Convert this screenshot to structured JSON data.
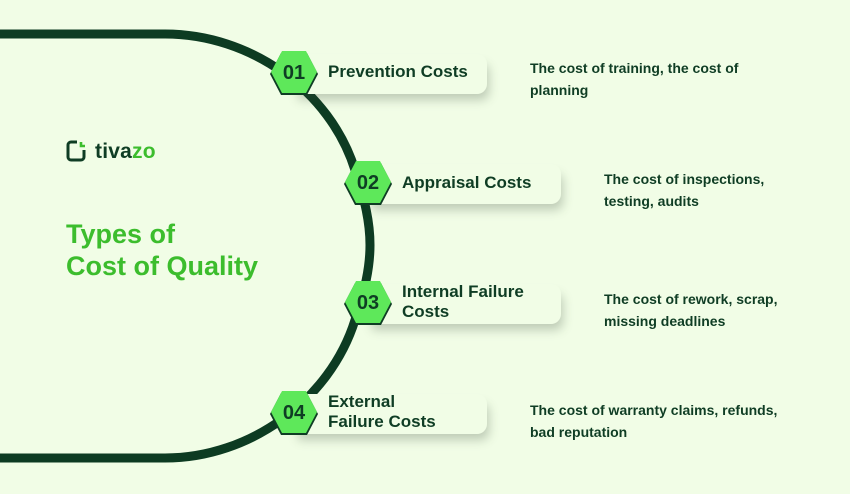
{
  "brand": {
    "logo_icon": "tivazo-logo-icon",
    "name_part1": "tiva",
    "name_part2": "zo"
  },
  "title": {
    "line1": "Types of",
    "line2": "Cost of Quality"
  },
  "colors": {
    "background": "#f1fde6",
    "dark_green": "#0f3d24",
    "accent_green": "#3cbd2d",
    "badge_green": "#5ee85a"
  },
  "items": [
    {
      "number": "01",
      "label_line1": "Prevention Costs",
      "label_line2": "",
      "desc_line1": "The cost of training, the cost of",
      "desc_line2": "planning"
    },
    {
      "number": "02",
      "label_line1": "Appraisal Costs",
      "label_line2": "",
      "desc_line1": "The cost of inspections,",
      "desc_line2": "testing, audits"
    },
    {
      "number": "03",
      "label_line1": "Internal Failure",
      "label_line2": "Costs",
      "desc_line1": "The cost of rework, scrap,",
      "desc_line2": "missing deadlines"
    },
    {
      "number": "04",
      "label_line1": "External",
      "label_line2": "Failure Costs",
      "desc_line1": "The cost of warranty claims, refunds,",
      "desc_line2": "bad reputation"
    }
  ]
}
